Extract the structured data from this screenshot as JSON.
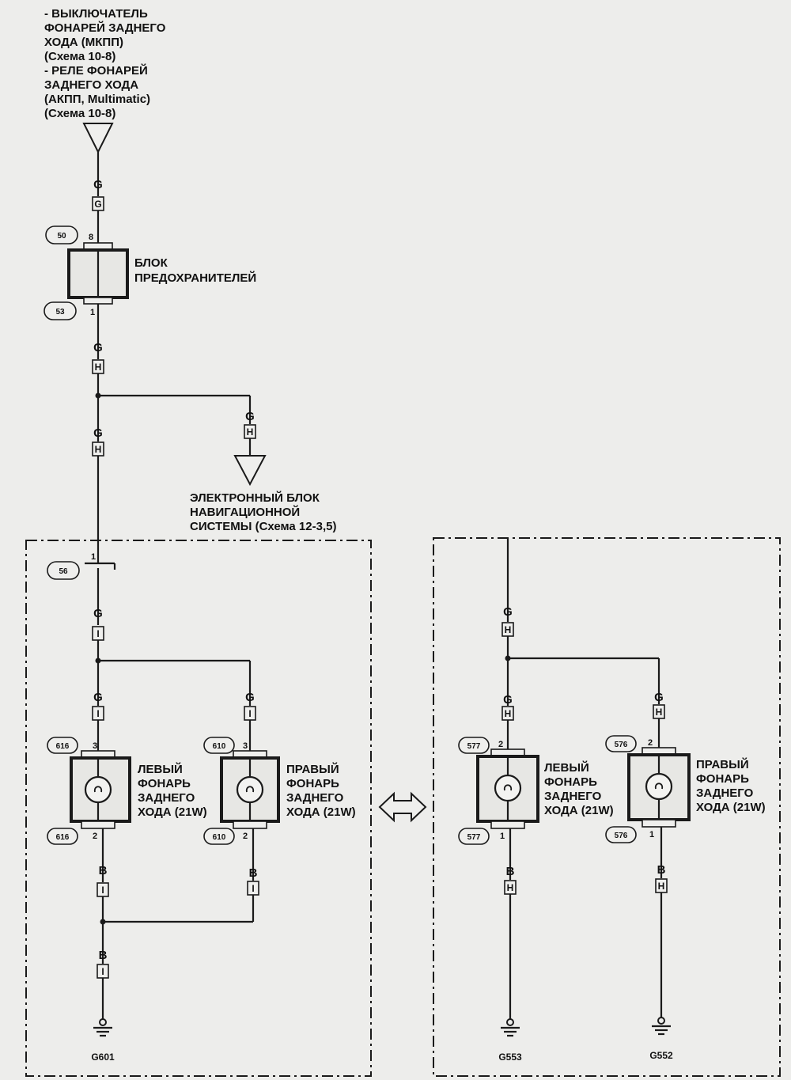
{
  "source_label": [
    "- ВЫКЛЮЧАТЕЛЬ",
    "ФОНАРЕЙ ЗАДНЕГО",
    "ХОДА (МКПП)",
    "(Схема 10-8)",
    "- РЕЛЕ ФОНАРЕЙ",
    "ЗАДНЕГО ХОДА",
    "(АКПП, Multimatic)",
    "(Схема 10-8)"
  ],
  "fuse_block_label": [
    "БЛОК",
    "ПРЕДОХРАНИТЕЛЕЙ"
  ],
  "nav_label": [
    "ЭЛЕКТРОННЫЙ БЛОК",
    "НАВИГАЦИОННОЙ",
    "СИСТЕМЫ (Схема 12-3,5)"
  ],
  "left_lamp_label": [
    "ЛЕВЫЙ",
    "ФОНАРЬ",
    "ЗАДНЕГО",
    "ХОДА (21W)"
  ],
  "right_lamp_label": [
    "ПРАВЫЙ",
    "ФОНАРЬ",
    "ЗАДНЕГО",
    "ХОДА (21W)"
  ],
  "wire_green": "G",
  "wire_black": "B",
  "conn": {
    "g": "G",
    "h": "H",
    "i": "I"
  },
  "pins": {
    "p8": "8",
    "p1": "1",
    "p2": "2",
    "p3": "3"
  },
  "conn_ids": {
    "c50": "50",
    "c53": "53",
    "c56": "56",
    "c616": "616",
    "c610": "610",
    "c577": "577",
    "c576": "576"
  },
  "grounds": {
    "g601": "G601",
    "g553": "G553",
    "g552": "G552"
  }
}
